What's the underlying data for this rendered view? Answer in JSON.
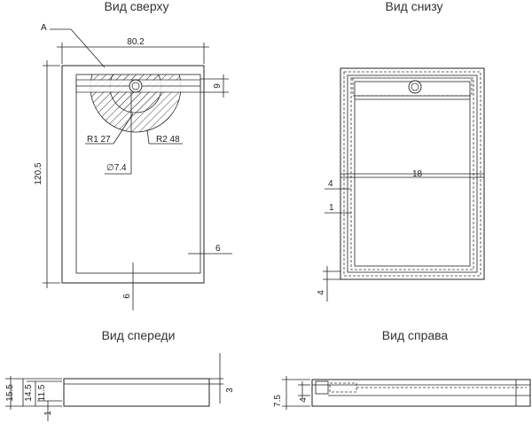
{
  "views": {
    "top": "Вид сверху",
    "bottom": "Вид снизу",
    "front": "Вид спереди",
    "side": "Вид справа"
  },
  "top_view": {
    "callout": "A",
    "width": "80.2",
    "height": "120.5",
    "drain_offset": "9",
    "radius_1": "R1 27",
    "radius_2": "R2 48",
    "diameter": "∅7.4",
    "edge_right": "6",
    "edge_bottom": "6"
  },
  "bottom_view": {
    "dim_4_left": "4",
    "dim_1_left": "1",
    "dim_4_bottom": "4",
    "center_mark": "18"
  },
  "front_view": {
    "dim_15_5": "15.5",
    "dim_14_5": "14.5",
    "dim_11_5": "11.5",
    "dim_1": "1",
    "dim_3": "3"
  },
  "side_view": {
    "dim_7_5": "7.5",
    "dim_4": "4"
  }
}
